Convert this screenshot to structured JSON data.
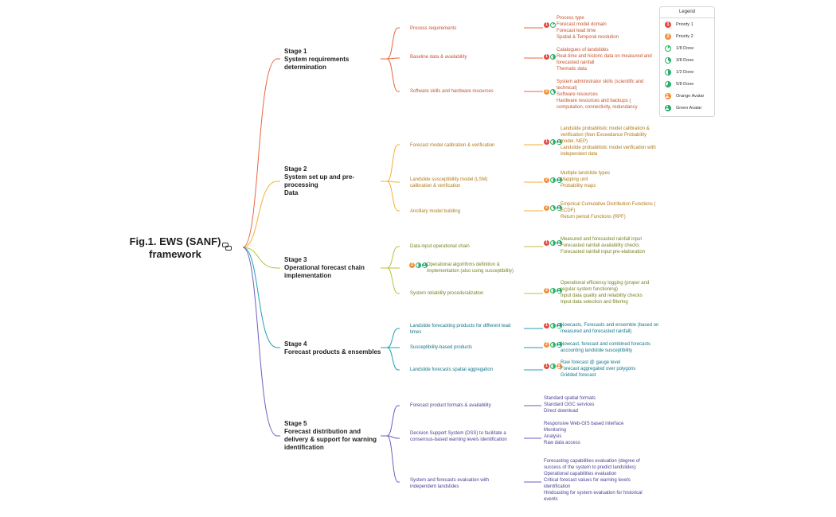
{
  "root": {
    "title": "Fig.1. EWS (SANF)\nframework"
  },
  "colors": {
    "stage1": "#e8663f",
    "stage2": "#f2b134",
    "stage3": "#b8c23a",
    "stage4": "#21a0b4",
    "stage5": "#6a5fc0",
    "priority1": "#e84840",
    "priority2": "#f2913a",
    "progress": "#29b06a",
    "green_avatar": "#29a86a",
    "orange_avatar": "#f2913a"
  },
  "legend": {
    "title": "Legend",
    "items": [
      {
        "icon": "priority-1-icon",
        "label": "Priority 1"
      },
      {
        "icon": "priority-2-icon",
        "label": "Priority 2"
      },
      {
        "icon": "progress-1-8-icon",
        "label": "1/8 Done"
      },
      {
        "icon": "progress-3-8-icon",
        "label": "3/8 Done"
      },
      {
        "icon": "progress-1-2-icon",
        "label": "1/2 Done"
      },
      {
        "icon": "progress-5-8-icon",
        "label": "5/8 Done"
      },
      {
        "icon": "orange-avatar-icon",
        "label": "Orange Avatar"
      },
      {
        "icon": "green-avatar-icon",
        "label": "Green Avatar"
      }
    ]
  },
  "stages": [
    {
      "title": "Stage 1\nSystem requirements\ndetermination",
      "subs": [
        {
          "label": "Process requirements",
          "icons": [
            "priority-1-icon",
            "progress-1-8-icon"
          ],
          "details": "Process type\nForecast model domain\nForecast lead time\nSpatial & Temporal resolution"
        },
        {
          "label": "Baseline data & availability",
          "icons": [
            "priority-1-icon",
            "progress-1-2-icon"
          ],
          "details": "Catalogues of  landslides\nReal-time and historic data on measured and\nforecasted rainfall\nThematic data"
        },
        {
          "label": "Software skills and hardware resources",
          "icons": [
            "priority-2-icon",
            "progress-3-8-icon"
          ],
          "details": "System administrator skills (scientific and\ntechnical)\nSoftware resources\nHardware resources and backups (\ncomputation, connectivity, redundancy"
        }
      ]
    },
    {
      "title": "Stage 2\nSystem  set up and pre-\nprocessing\nData",
      "subs": [
        {
          "label": "Forecast model calibration & verification",
          "icons": [
            "priority-1-icon",
            "progress-1-2-icon",
            "green-avatar-icon"
          ],
          "details": "Landslide probabilistic model calibration &\nverification (Non-Exceedance Probability\nmodel, NEP)\nLandslide probabilistic model verification with\nindependent data"
        },
        {
          "label": "Landslide susceptibility model (LSM)\ncalibration & verification",
          "icons": [
            "priority-2-icon",
            "progress-1-2-icon",
            "green-avatar-icon"
          ],
          "details": "Multiple landslide types\nMapping unit\nProbability maps"
        },
        {
          "label": "Ancillary model building",
          "icons": [
            "priority-2-icon",
            "progress-3-8-icon",
            "green-avatar-icon"
          ],
          "details": "Empirical Cumulative Distribution Functions (\nECDF)\nReturn period Functions (RPF)"
        }
      ]
    },
    {
      "title": "Stage 3\nOperational forecast chain\nimplementation",
      "subs": [
        {
          "label": "Data input operational chain",
          "icons": [
            "priority-1-icon",
            "progress-1-2-icon",
            "green-avatar-icon"
          ],
          "details": "Measured and forecasted rainfall input\nForecasted rainfall availability checks\nForecasted rainfall input pre-elaboration"
        },
        {
          "label": "Operational algorithms definition &\nimplementation (also using susceptibility)",
          "icons": [
            "priority-2-icon",
            "progress-1-2-icon",
            "green-avatar-icon"
          ],
          "details": ""
        },
        {
          "label": "System reliability proceduralization",
          "icons": [
            "priority-2-icon",
            "progress-1-2-icon",
            "green-avatar-icon"
          ],
          "details": "Operational efficiency logging (proper and\nregular system functioning)\nInput data quality and reliability checks\nInput data selection and filtering"
        }
      ]
    },
    {
      "title": "Stage 4\nForecast products & ensembles",
      "subs": [
        {
          "label": "Landslide forecasting products for different lead\ntimes",
          "icons": [
            "priority-1-icon",
            "progress-1-2-icon",
            "green-avatar-icon"
          ],
          "details": "Nowcasts, Forecasts and ensemble (based on\nmeasured and forecasted rainfall)"
        },
        {
          "label": "Susceptibility-based products",
          "icons": [
            "priority-2-icon",
            "progress-1-2-icon",
            "green-avatar-icon"
          ],
          "details": "Nowcast, forecast and combined forecasts\naccounting landslide susceptibility"
        },
        {
          "label": "Landslide forecasts spatial aggregation",
          "icons": [
            "priority-1-icon",
            "progress-1-2-icon",
            "orange-avatar-icon"
          ],
          "details": "Raw forecast @ gauge level\nForecast aggregated over polygons\nGridded forecast"
        }
      ]
    },
    {
      "title": "Stage 5\nForecast distribution and\ndelivery & support for warning\nidentification",
      "subs": [
        {
          "label": "Forecast product formats & availability",
          "icons": [],
          "details": "Standard spatial formats\nStandard OGC services\nDirect download"
        },
        {
          "label": "Decision Support System (DSS) to facilitate a\nconsensus-based warning levels identification",
          "icons": [],
          "details": "Responsive Web-GIS based interface\nMonitoring\nAnalysis\nRaw data access"
        },
        {
          "label": "System and forecasts evaluation with\nindependent landslides",
          "icons": [],
          "details": "Forecasting capabilities evaluation (degree of\nsuccess of the system to predict landslides)\nOperational capabilities evaluation\nCritical forecast values for warning levels\nidentification\nHindcasting for system evaluation for historical\nevents"
        }
      ]
    }
  ]
}
